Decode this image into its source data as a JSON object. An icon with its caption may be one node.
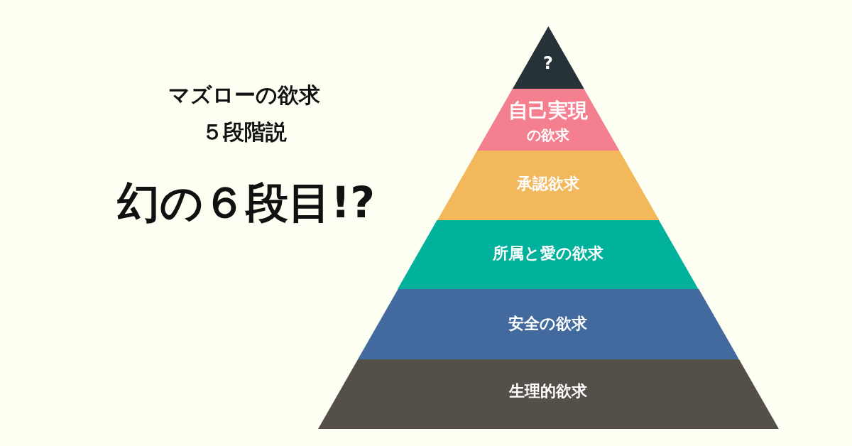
{
  "diagram": {
    "title": "マズローの欲求５段階説",
    "nodes": [
      {
        "text": [
          "?"
        ]
      },
      {
        "text": [
          "自己実現",
          "の欲求"
        ]
      },
      {
        "text": [
          "承認欲求"
        ]
      },
      {
        "text": [
          "所属と愛の欲求"
        ]
      },
      {
        "text": [
          "安全の欲求"
        ]
      },
      {
        "text": [
          "生理的欲求"
        ]
      }
    ],
    "labels": [
      "幻の６段目!?"
    ]
  }
}
